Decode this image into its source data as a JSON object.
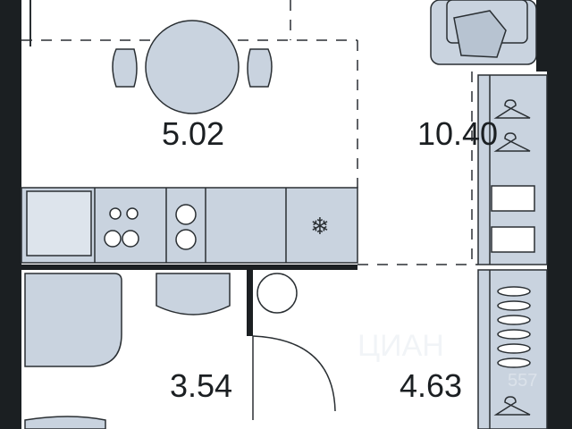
{
  "plan": {
    "rooms": [
      {
        "id": "dining",
        "area": "5.02"
      },
      {
        "id": "living",
        "area": "10.40"
      },
      {
        "id": "bathroom",
        "area": "3.54"
      },
      {
        "id": "hallway",
        "area": "4.63"
      }
    ],
    "watermark": "ЦИАН",
    "watermark_code": "557",
    "colors": {
      "wall": "#1b1f22",
      "furniture": "#c9d3df",
      "furniture_stroke": "#2a2f33",
      "background": "#ffffff"
    },
    "icons": [
      "dining-table-icon",
      "chair-icon",
      "sofa-icon",
      "pillow-icon",
      "sink-icon",
      "stove-icon",
      "oven-icon",
      "fridge-snowflake-icon",
      "shower-icon",
      "washbasin-icon",
      "boiler-icon",
      "door-icon",
      "hanger-icon",
      "shoe-icon",
      "folded-shirt-icon",
      "toilet-icon"
    ]
  }
}
